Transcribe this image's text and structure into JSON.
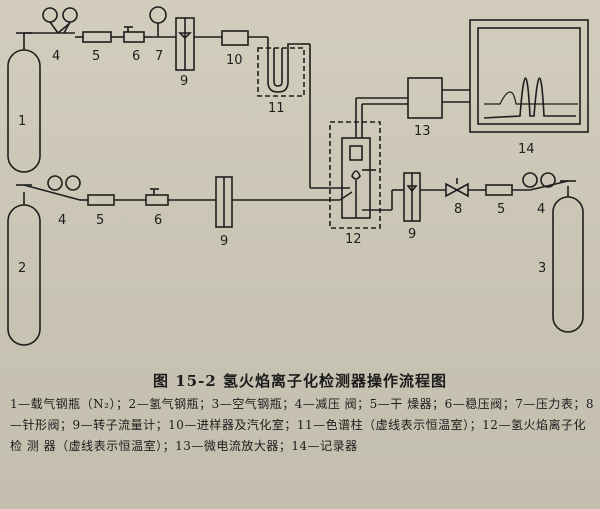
{
  "figure": {
    "caption": "图 15-2  氢火焰离子化检测器操作流程图",
    "legend": "1—载气钢瓶（N₂）；2—氢气钢瓶；3—空气钢瓶；4—减压 阀；5—干 燥器；6—稳压阀；7—压力表；8—针形阀；9—转子流量计；10—进样器及汽化室；11—色谱柱（虚线表示恒温室）；12—氢火焰离子化检 测 器（虚线表示恒温室）；13—微电流放大器；14—记录器"
  },
  "labels": {
    "n1": "1",
    "n2": "2",
    "n3": "3",
    "n4a": "4",
    "n4b": "4",
    "n4c": "4",
    "n5a": "5",
    "n5b": "5",
    "n5c": "5",
    "n6a": "6",
    "n6b": "6",
    "n7": "7",
    "n8": "8",
    "n9a": "9",
    "n9b": "9",
    "n9c": "9",
    "n10": "10",
    "n11": "11",
    "n12": "12",
    "n13": "13",
    "n14": "14"
  }
}
